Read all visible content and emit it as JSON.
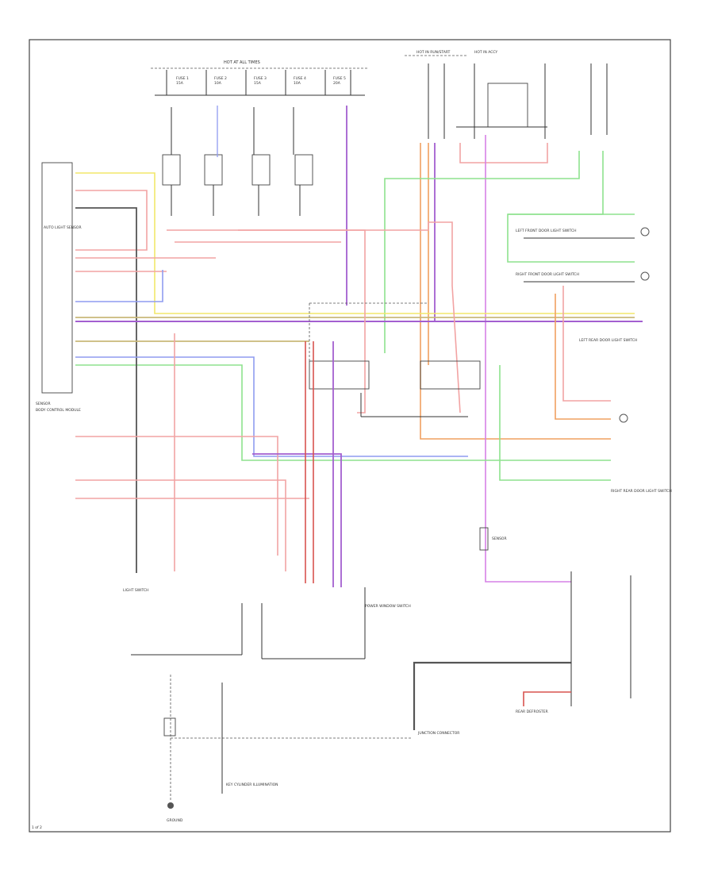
{
  "labels": {
    "fuse_block": "HOT AT ALL TIMES",
    "hot_in_run": "HOT IN RUN/START",
    "hot_accy": "HOT IN ACCY",
    "auto_light_sensor": "AUTO LIGHT SENSOR",
    "key_cyl": "KEY CYLINDER ILLUMINATION",
    "power_window_sw": "POWER WINDOW SWITCH",
    "light_sw": "LIGHT SWITCH",
    "left_front_door": "LEFT FRONT DOOR LIGHT SWITCH",
    "right_front_door": "RIGHT FRONT DOOR LIGHT SWITCH",
    "left_rear_door": "LEFT REAR DOOR LIGHT SWITCH",
    "right_rear_door": "RIGHT REAR DOOR LIGHT SWITCH",
    "junction_box": "JUNCTION CONNECTOR",
    "rear_defrost": "REAR DEFROSTER",
    "body_ecu": "BODY CONTROL MODULE",
    "page_num": "1 of 2"
  },
  "colors": {
    "red": "#f2a3a3",
    "pink": "#f7b8c8",
    "purple": "#a35fd0",
    "orange": "#f0a060",
    "green": "#8ee28e",
    "yellow": "#f2e76a",
    "blue": "#8f9cf0",
    "violet": "#d680e6",
    "olive": "#c9b87a",
    "darkred": "#d9534f"
  }
}
